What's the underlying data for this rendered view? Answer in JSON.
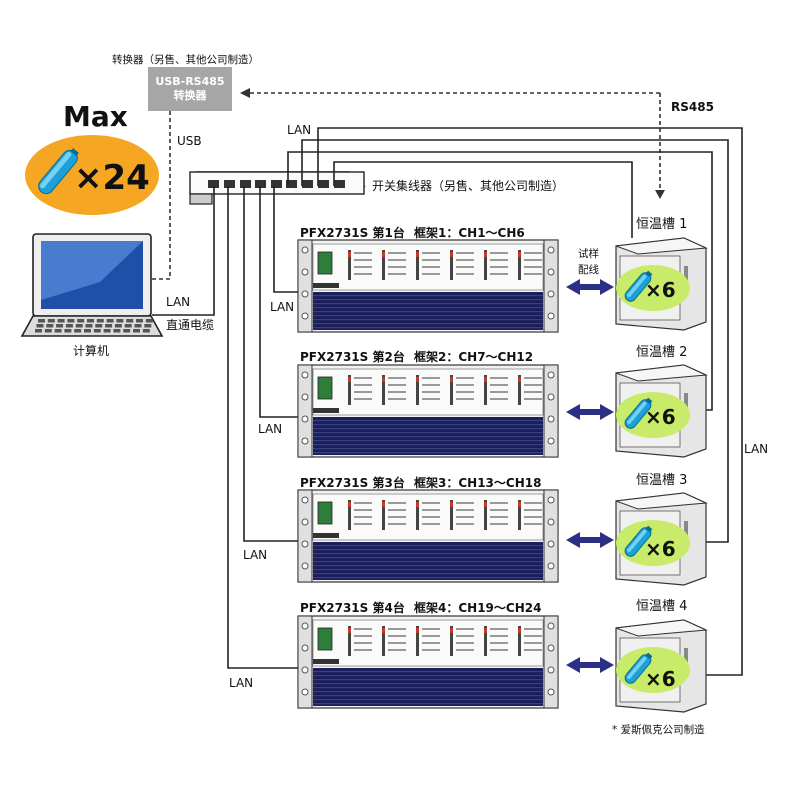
{
  "converter": {
    "caption": "转换器（另售、其他公司制造）",
    "line1": "USB-RS485",
    "line2": "转换器"
  },
  "max": {
    "title": "Max",
    "count": "×24"
  },
  "usb_label": "USB",
  "rs485_label": "RS485",
  "lan_top_label": "LAN",
  "switch_label": "开关集线器（另售、其他公司制造）",
  "computer": {
    "lan_label": "LAN",
    "cable_label": "直通电缆",
    "name": "计算机"
  },
  "racks": [
    {
      "title": "PFX2731S 第1台",
      "frame": "框架1：CH1～CH6",
      "lan": "LAN",
      "chamber": "恒温槽 1",
      "cells": "×6"
    },
    {
      "title": "PFX2731S 第2台",
      "frame": "框架2：CH7～CH12",
      "lan": "LAN",
      "chamber": "恒温槽 2",
      "cells": "×6"
    },
    {
      "title": "PFX2731S 第3台",
      "frame": "框架3：CH13～CH18",
      "lan": "LAN",
      "chamber": "恒温槽 3",
      "cells": "×6"
    },
    {
      "title": "PFX2731S 第4台",
      "frame": "框架4：CH19～CH24",
      "lan": "LAN",
      "chamber": "恒温槽 4",
      "cells": "×6"
    }
  ],
  "wiring_label": {
    "line1": "试样",
    "line2": "配线"
  },
  "right_lan_label": "LAN",
  "footnote": "* 爱斯佩克公司制造",
  "colors": {
    "battery_oval": "#f5a623",
    "cell_oval": "#c8ec6a",
    "battery": "#1ba1d8",
    "arrow": "#2b2f86",
    "rack_blue": "#1b1f5c",
    "converter_box": "#a6a6a6"
  }
}
